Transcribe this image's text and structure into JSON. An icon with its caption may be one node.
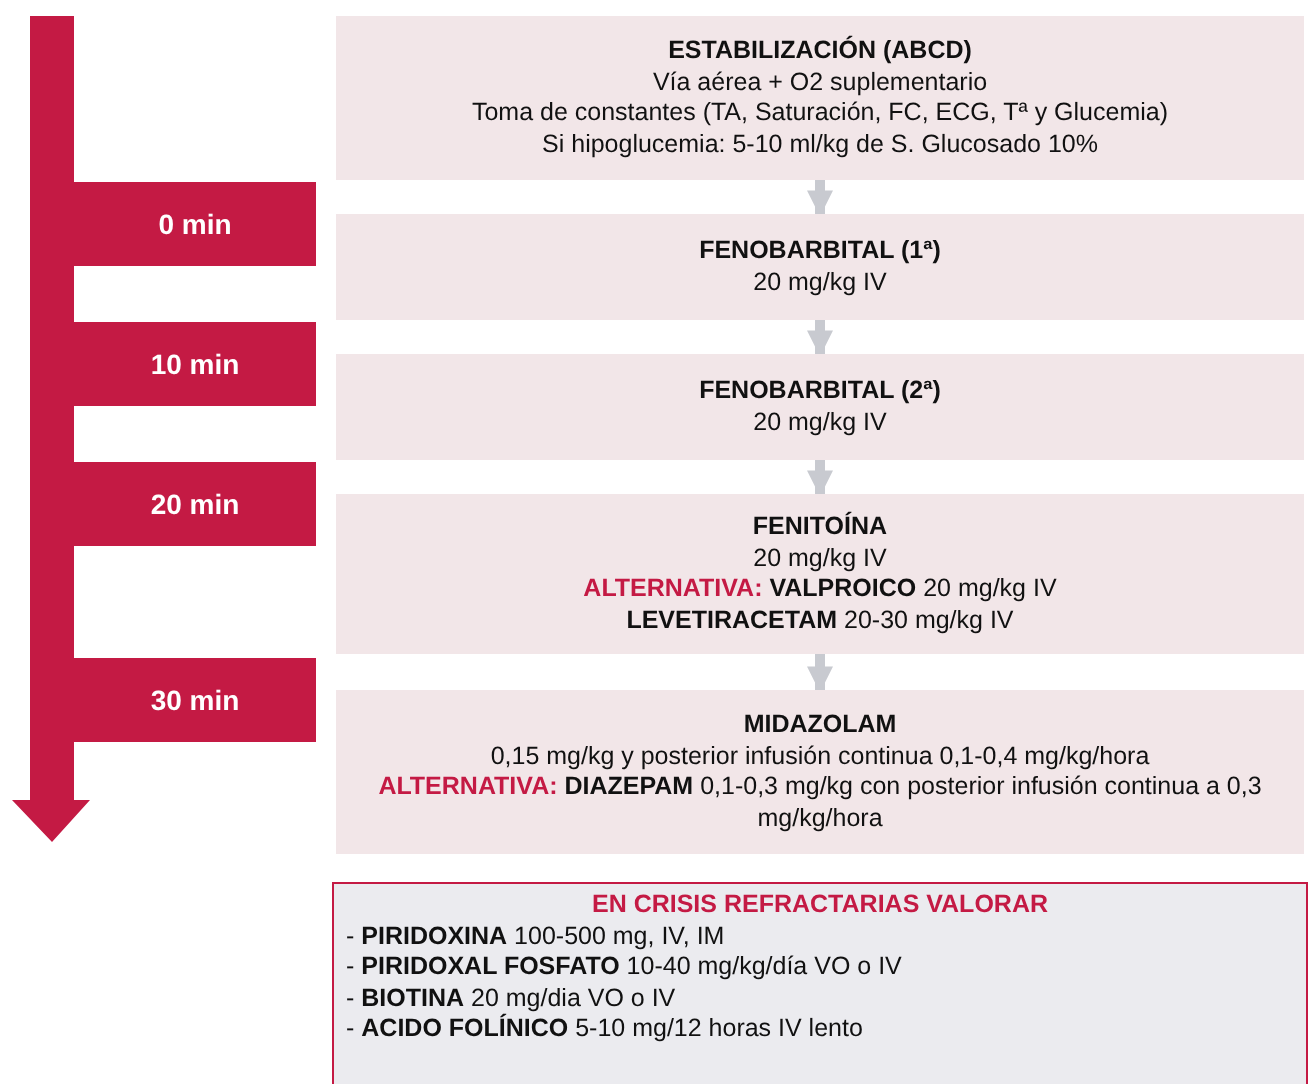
{
  "diagram": {
    "nodes": [
      {
        "text": [
          "ESTABILIZACIÓN (ABCD)",
          "Vía aérea + O2 suplementario",
          "Toma de constantes (TA, Saturación, FC, ECG, Tª y Glucemia)",
          "Si hipoglucemia: 5-10 ml/kg de S. Glucosado 10%"
        ]
      },
      {
        "text": [
          "0 min"
        ]
      },
      {
        "text": [
          "FENOBARBITAL (1ª)",
          "20 mg/kg IV"
        ]
      },
      {
        "text": [
          "10 min"
        ]
      },
      {
        "text": [
          "FENOBARBITAL (2ª)",
          "20 mg/kg IV"
        ]
      },
      {
        "text": [
          "20 min"
        ]
      },
      {
        "text": [
          "FENITOÍNA",
          "20 mg/kg IV",
          "*ALTERNATIVA:* **VALPROICO** 20 mg/kg IV",
          "**LEVETIRACETAM** 20-30 mg/kg IV"
        ]
      },
      {
        "text": [
          "30 min"
        ]
      },
      {
        "text": [
          "MIDAZOLAM",
          "0,15 mg/kg y posterior infusión continua 0,1-0,4 mg/kg/hora",
          "*ALTERNATIVA:* **DIAZEPAM** 0,1-0,3 mg/kg con posterior infusión continua a 0,3 mg/kg/hora"
        ]
      },
      {
        "text": [
          "EN CRISIS REFRACTARIAS VALORAR",
          "- **PIRIDOXINA** 100-500 mg, IV, IM",
          "- **PIRIDOXAL FOSFATO** 10-40 mg/kg/día VO o IV",
          "- **BIOTINA** 20 mg/dia VO o IV",
          "- **ACIDO FOLÍNICO** 5-10 mg/12 horas IV lento"
        ]
      }
    ],
    "edges": [
      {
        "from": 0,
        "to": 2,
        "arrow": "to"
      },
      {
        "from": 2,
        "to": 4,
        "arrow": "to"
      },
      {
        "from": 4,
        "to": 6,
        "arrow": "to"
      },
      {
        "from": 6,
        "to": 8,
        "arrow": "to"
      }
    ]
  }
}
